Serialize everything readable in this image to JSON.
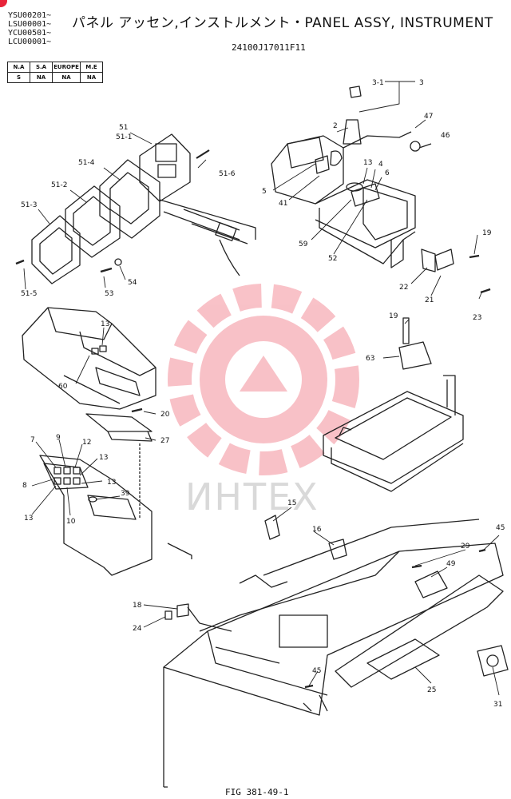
{
  "header": {
    "serials": [
      "YSU00201~",
      "LSU00001~",
      "YCU00501~",
      "LCU00001~"
    ],
    "title": "パネル アッセン,インストルメント・PANEL ASSY, INSTRUMENT",
    "part_number": "24100J17011F11"
  },
  "applicability": {
    "headers": [
      "N.A",
      "S.A",
      "EUROPE",
      "M.E"
    ],
    "values": [
      "S",
      "NA",
      "NA",
      "NA"
    ]
  },
  "watermark": {
    "text": "ИНТЕХ",
    "color": "#e8243a"
  },
  "labels": [
    {
      "id": "l1",
      "text": "3-1"
    },
    {
      "id": "l2",
      "text": "3"
    },
    {
      "id": "l3",
      "text": "2"
    },
    {
      "id": "l4",
      "text": "47"
    },
    {
      "id": "l5",
      "text": "46"
    },
    {
      "id": "l6",
      "text": "13"
    },
    {
      "id": "l7",
      "text": "4"
    },
    {
      "id": "l8",
      "text": "6"
    },
    {
      "id": "l9",
      "text": "5"
    },
    {
      "id": "l10",
      "text": "41"
    },
    {
      "id": "l11",
      "text": "59"
    },
    {
      "id": "l12",
      "text": "52"
    },
    {
      "id": "l13",
      "text": "19"
    },
    {
      "id": "l14",
      "text": "22"
    },
    {
      "id": "l15",
      "text": "21"
    },
    {
      "id": "l16",
      "text": "23"
    },
    {
      "id": "l17",
      "text": "51"
    },
    {
      "id": "l18",
      "text": "51-1"
    },
    {
      "id": "l19",
      "text": "51-4"
    },
    {
      "id": "l20",
      "text": "51-6"
    },
    {
      "id": "l21",
      "text": "51-2"
    },
    {
      "id": "l22",
      "text": "51-3"
    },
    {
      "id": "l23",
      "text": "51-5"
    },
    {
      "id": "l24",
      "text": "53"
    },
    {
      "id": "l25",
      "text": "54"
    },
    {
      "id": "l26",
      "text": "13"
    },
    {
      "id": "l27",
      "text": "60"
    },
    {
      "id": "l28",
      "text": "19"
    },
    {
      "id": "l29",
      "text": "63"
    },
    {
      "id": "l30",
      "text": "20"
    },
    {
      "id": "l31",
      "text": "27"
    },
    {
      "id": "l32",
      "text": "7"
    },
    {
      "id": "l33",
      "text": "9"
    },
    {
      "id": "l34",
      "text": "12"
    },
    {
      "id": "l35",
      "text": "13"
    },
    {
      "id": "l36",
      "text": "8"
    },
    {
      "id": "l37",
      "text": "13"
    },
    {
      "id": "l38",
      "text": "39"
    },
    {
      "id": "l39",
      "text": "13"
    },
    {
      "id": "l40",
      "text": "10"
    },
    {
      "id": "l41",
      "text": "15"
    },
    {
      "id": "l42",
      "text": "16"
    },
    {
      "id": "l43",
      "text": "45"
    },
    {
      "id": "l44",
      "text": "29"
    },
    {
      "id": "l45",
      "text": "49"
    },
    {
      "id": "l46",
      "text": "18"
    },
    {
      "id": "l47",
      "text": "24"
    },
    {
      "id": "l48",
      "text": "45"
    },
    {
      "id": "l49",
      "text": "25"
    },
    {
      "id": "l50",
      "text": "31"
    }
  ],
  "footer": {
    "figure": "FIG 381-49-1"
  }
}
